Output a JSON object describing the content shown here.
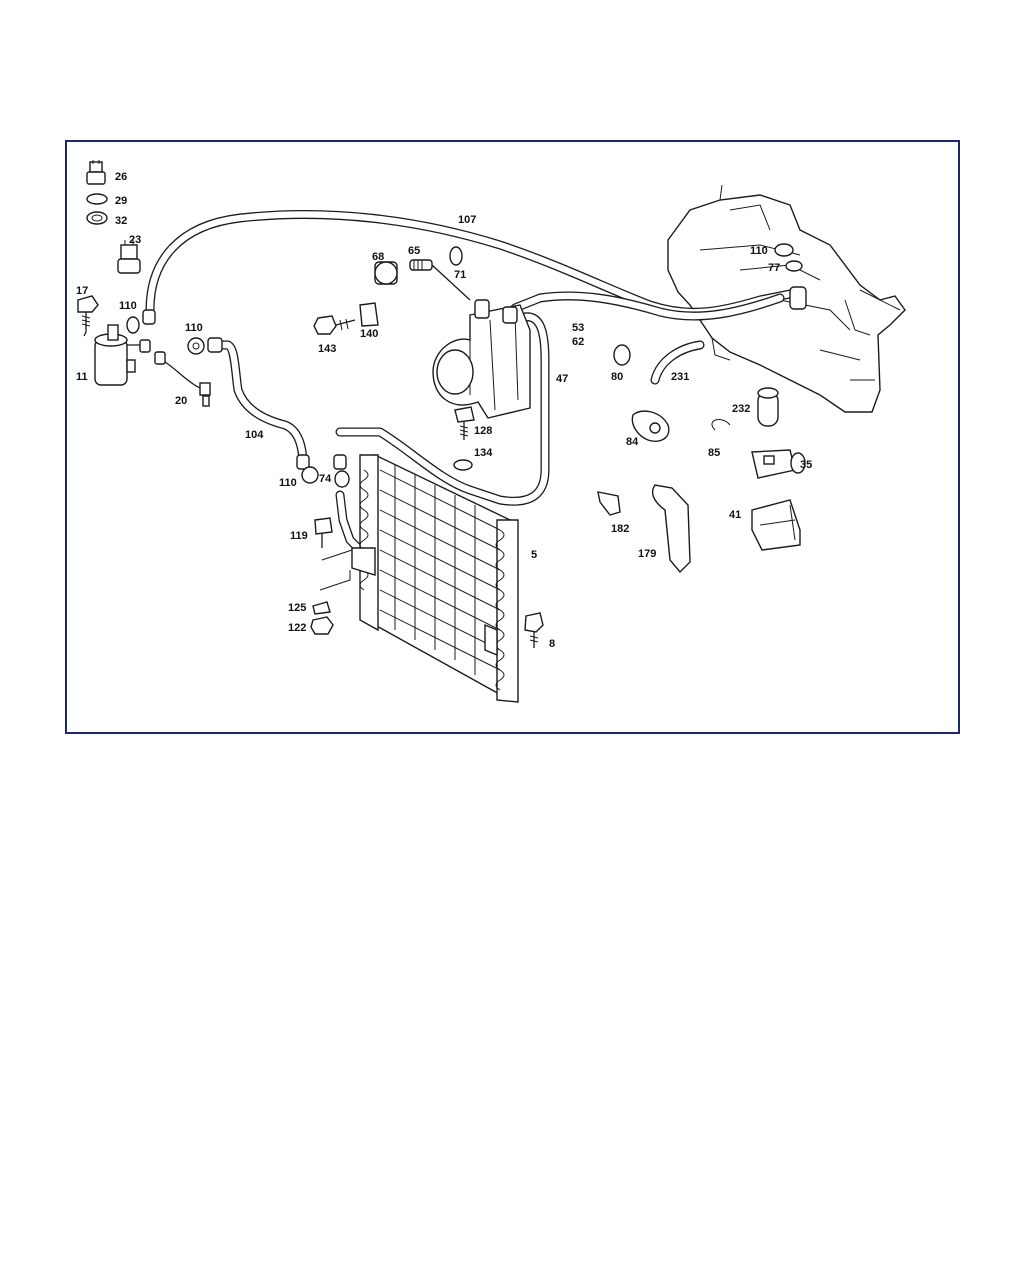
{
  "diagram": {
    "labels": [
      "26",
      "29",
      "32",
      "23",
      "17",
      "110",
      "11",
      "110",
      "20",
      "104",
      "110",
      "74",
      "119",
      "125",
      "122",
      "107",
      "68",
      "65",
      "71",
      "143",
      "140",
      "128",
      "134",
      "53",
      "62",
      "47",
      "80",
      "231",
      "110",
      "77",
      "232",
      "84",
      "85",
      "35",
      "182",
      "179",
      "41",
      "5",
      "8"
    ]
  }
}
